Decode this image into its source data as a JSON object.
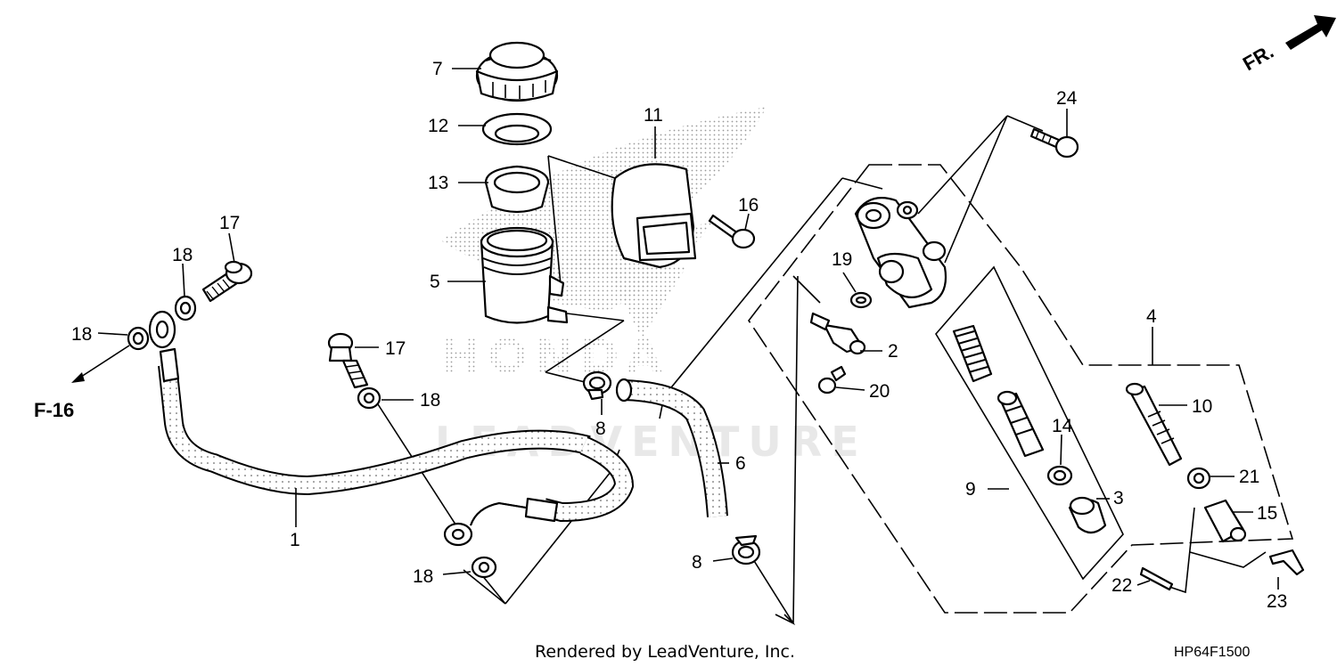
{
  "diagram": {
    "watermark": "LEADVENTURE",
    "direction_marker": "FR.",
    "reference_label": "F-16",
    "credit": "Rendered by LeadVenture, Inc.",
    "diagram_code": "HP64F1500",
    "callouts": [
      {
        "id": "c7",
        "text": "7"
      },
      {
        "id": "c12",
        "text": "12"
      },
      {
        "id": "c13",
        "text": "13"
      },
      {
        "id": "c11",
        "text": "11"
      },
      {
        "id": "c5",
        "text": "5"
      },
      {
        "id": "c16",
        "text": "16"
      },
      {
        "id": "c17a",
        "text": "17"
      },
      {
        "id": "c18a",
        "text": "18"
      },
      {
        "id": "c18b",
        "text": "18"
      },
      {
        "id": "c17b",
        "text": "17"
      },
      {
        "id": "c18c",
        "text": "18"
      },
      {
        "id": "c8a",
        "text": "8"
      },
      {
        "id": "c1",
        "text": "1"
      },
      {
        "id": "c18d",
        "text": "18"
      },
      {
        "id": "c6",
        "text": "6"
      },
      {
        "id": "c8b",
        "text": "8"
      },
      {
        "id": "c24",
        "text": "24"
      },
      {
        "id": "c19",
        "text": "19"
      },
      {
        "id": "c2",
        "text": "2"
      },
      {
        "id": "c20",
        "text": "20"
      },
      {
        "id": "c4",
        "text": "4"
      },
      {
        "id": "c10",
        "text": "10"
      },
      {
        "id": "c14",
        "text": "14"
      },
      {
        "id": "c9",
        "text": "9"
      },
      {
        "id": "c3",
        "text": "3"
      },
      {
        "id": "c21",
        "text": "21"
      },
      {
        "id": "c15",
        "text": "15"
      },
      {
        "id": "c22",
        "text": "22"
      },
      {
        "id": "c23",
        "text": "23"
      }
    ]
  }
}
